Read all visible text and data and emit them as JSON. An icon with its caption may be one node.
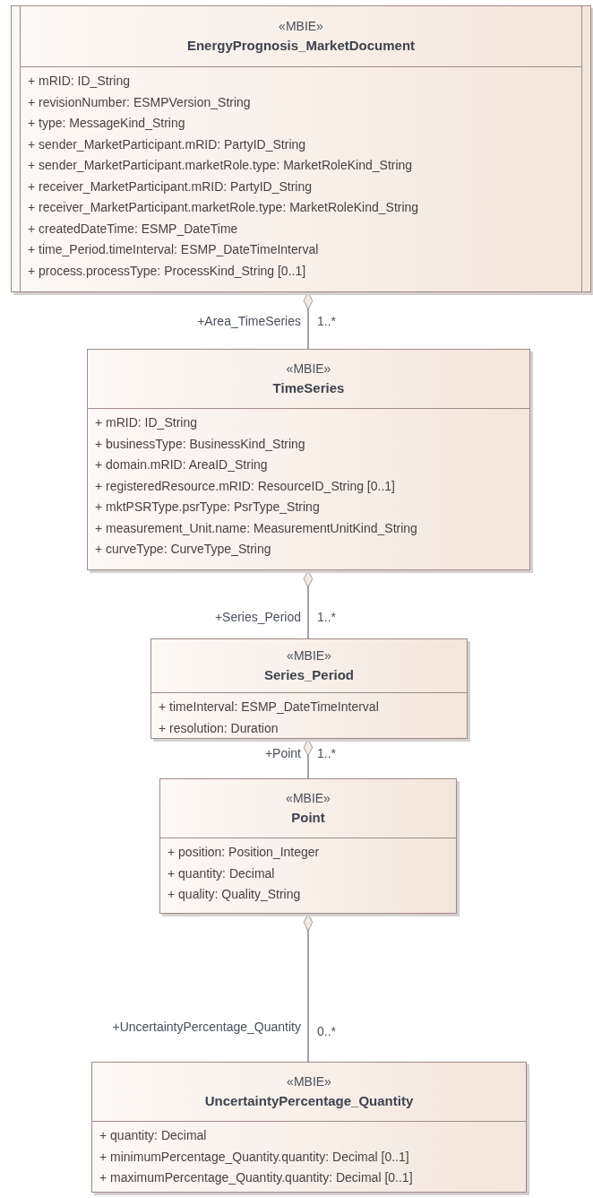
{
  "diagram": {
    "nodes": [
      {
        "text": [
          "«MBIE»",
          "EnergyPrognosis_MarketDocument",
          "+ mRID: ID_String",
          "+ revisionNumber: ESMPVersion_String",
          "+ type: MessageKind_String",
          "+ sender_MarketParticipant.mRID: PartyID_String",
          "+ sender_MarketParticipant.marketRole.type: MarketRoleKind_String",
          "+ receiver_MarketParticipant.mRID: PartyID_String",
          "+ receiver_MarketParticipant.marketRole.type: MarketRoleKind_String",
          "+ createdDateTime: ESMP_DateTime",
          "+ time_Period.timeInterval: ESMP_DateTimeInterval",
          "+ process.processType: ProcessKind_String [0..1]"
        ]
      },
      {
        "text": [
          "«MBIE»",
          "TimeSeries",
          "+ mRID: ID_String",
          "+ businessType: BusinessKind_String",
          "+ domain.mRID: AreaID_String",
          "+ registeredResource.mRID: ResourceID_String [0..1]",
          "+ mktPSRType.psrType: PsrType_String",
          "+ measurement_Unit.name: MeasurementUnitKind_String",
          "+ curveType: CurveType_String"
        ]
      },
      {
        "text": [
          "«MBIE»",
          "Series_Period",
          "+ timeInterval: ESMP_DateTimeInterval",
          "+ resolution: Duration"
        ]
      },
      {
        "text": [
          "«MBIE»",
          "Point",
          "+ position: Position_Integer",
          "+ quantity: Decimal",
          "+ quality: Quality_String"
        ]
      },
      {
        "text": [
          "«MBIE»",
          "UncertaintyPercentage_Quantity",
          "+ quantity: Decimal",
          "+ minimumPercentage_Quantity.quantity: Decimal [0..1]",
          "+ maximumPercentage_Quantity.quantity: Decimal [0..1]"
        ]
      }
    ],
    "edges": [
      {
        "from": 0,
        "to": 1,
        "arrow": "other",
        "label": "+Area_TimeSeries"
      },
      {
        "from": 1,
        "to": 2,
        "arrow": "other",
        "label": "+Series_Period"
      },
      {
        "from": 2,
        "to": 3,
        "arrow": "other",
        "label": "+Point"
      },
      {
        "from": 3,
        "to": 4,
        "arrow": "other",
        "label": "+UncertaintyPercentage_Quantity"
      }
    ],
    "labels": [
      "1..*",
      "1..*",
      "1..*",
      "0..*"
    ]
  }
}
